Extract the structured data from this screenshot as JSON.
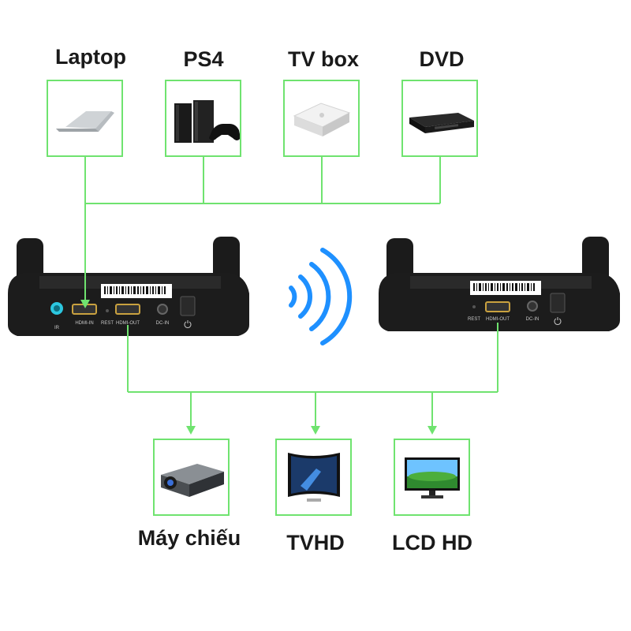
{
  "sources": [
    {
      "id": "laptop",
      "label": "Laptop",
      "icon": "laptop-icon"
    },
    {
      "id": "ps4",
      "label": "PS4",
      "icon": "game-console-icon"
    },
    {
      "id": "tvbox",
      "label": "TV box",
      "icon": "tv-box-icon"
    },
    {
      "id": "dvd",
      "label": "DVD",
      "icon": "dvd-player-icon"
    }
  ],
  "outputs": [
    {
      "id": "projector",
      "label": "Máy chiếu",
      "icon": "projector-icon"
    },
    {
      "id": "tvhd",
      "label": "TVHD",
      "icon": "curved-tv-icon"
    },
    {
      "id": "lcdhd",
      "label": "LCD HD",
      "icon": "lcd-monitor-icon"
    }
  ],
  "transmitter": {
    "ports": {
      "ir": "IR",
      "hdmi_in": "HDMI-IN",
      "reset": "REST",
      "hdmi_out": "HDMI-OUT",
      "dc_in": "DC-IN"
    }
  },
  "receiver": {
    "ports": {
      "reset": "REST",
      "hdmi_out": "HDMI-OUT",
      "dc_in": "DC-IN"
    }
  },
  "colors": {
    "connector": "#6fe36f",
    "wireless": "#1e90ff",
    "device_body": "#1c1c1c"
  }
}
